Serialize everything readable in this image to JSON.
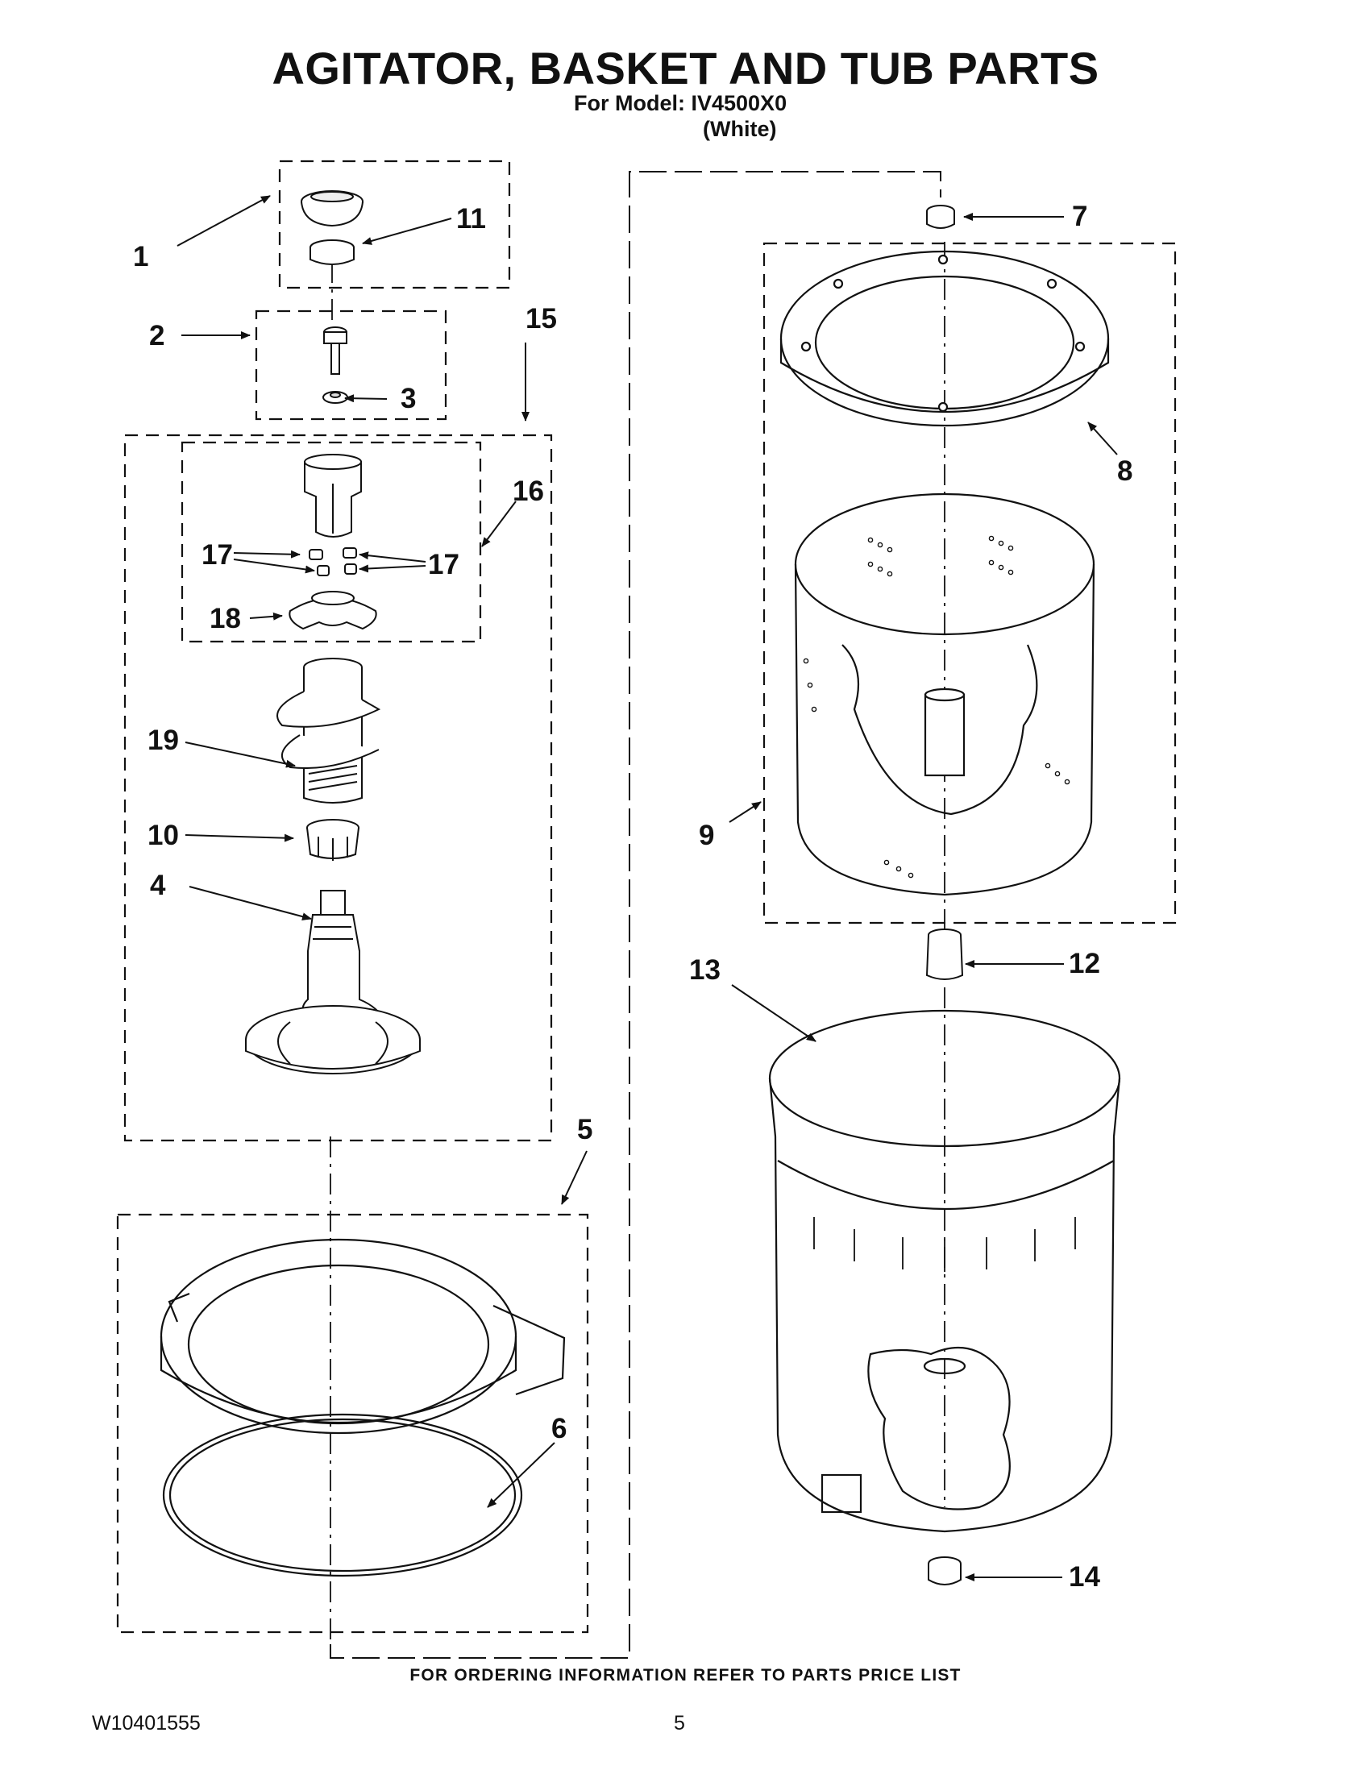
{
  "header": {
    "title": "AGITATOR, BASKET AND TUB PARTS",
    "model_line": "For Model: IV4500X0",
    "variant": "(White)"
  },
  "callouts": [
    "1",
    "11",
    "2",
    "3",
    "15",
    "16",
    "17",
    "17",
    "18",
    "19",
    "10",
    "4",
    "5",
    "6",
    "7",
    "8",
    "9",
    "12",
    "13",
    "14"
  ],
  "footer": {
    "ordering_note": "FOR ORDERING INFORMATION REFER TO PARTS PRICE LIST",
    "document_number": "W10401555",
    "page_number": "5"
  }
}
